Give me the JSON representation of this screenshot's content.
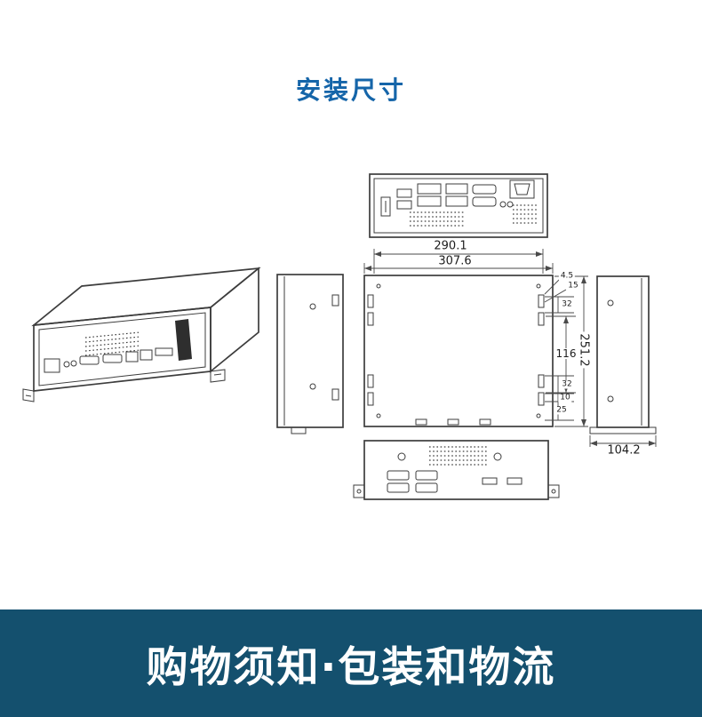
{
  "page": {
    "title": "安装尺寸",
    "banner_text": "购物须知·包装和物流"
  },
  "colors": {
    "title": "#1565a9",
    "banner_bg": "#14506e",
    "banner_text": "#ffffff",
    "line": "#3d3d3d"
  },
  "drawing": {
    "dims": {
      "inner_width": "290.1",
      "outer_width": "307.6",
      "outer_height": "251.2",
      "slot_span": "116",
      "depth": "104.2",
      "offset_top_a": "4.5",
      "offset_top_b": "15",
      "slot_top": "32",
      "slot_bottom": "32",
      "offset_bottom_a": "10",
      "offset_bottom_b": "25"
    }
  }
}
